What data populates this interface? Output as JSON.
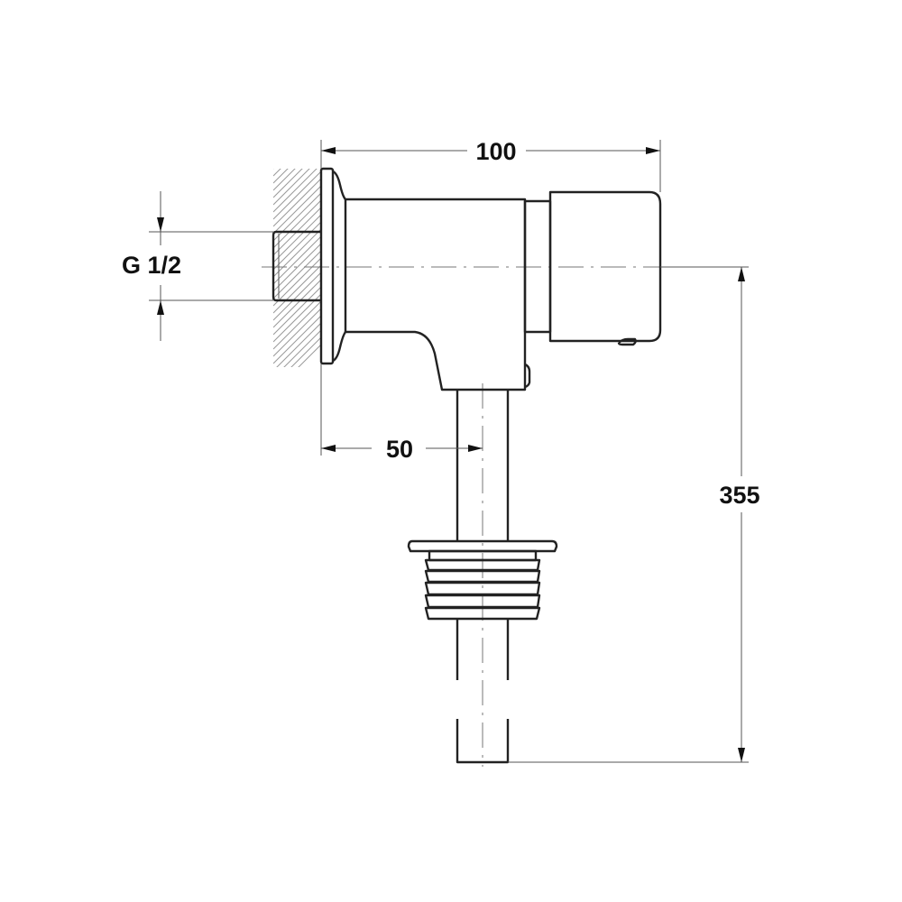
{
  "dimensions": {
    "overall_width": "100",
    "thread_size": "G 1/2",
    "pipe_offset": "50",
    "overall_height": "355"
  },
  "colors": {
    "line": "#222222",
    "dim_line": "#555555"
  }
}
